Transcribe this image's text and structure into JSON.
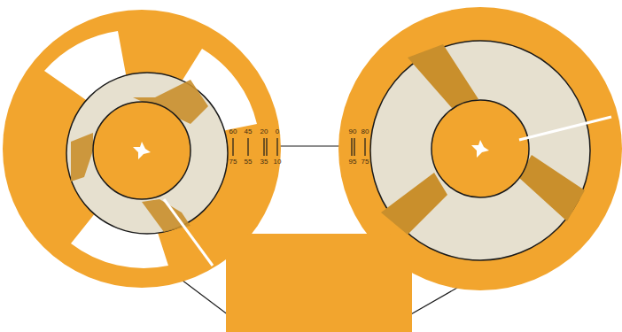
{
  "diagram": {
    "labels": [
      "60",
      "45",
      "20",
      "0",
      "75",
      "55",
      "35",
      "10",
      "90",
      "80",
      "95",
      "75"
    ]
  }
}
